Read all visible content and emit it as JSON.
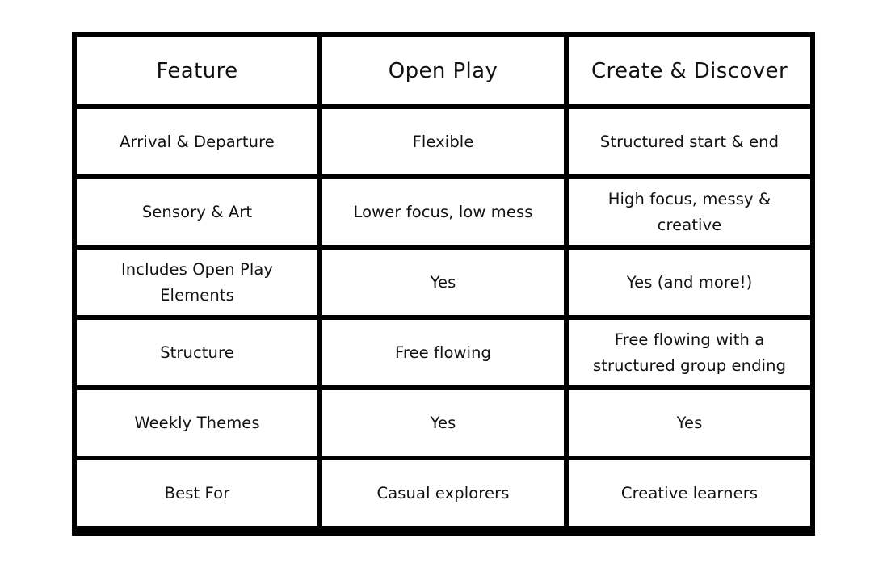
{
  "table": {
    "headers": [
      "Feature",
      "Open Play",
      "Create & Discover"
    ],
    "rows": [
      [
        "Arrival & Departure",
        "Flexible",
        "Structured start & end"
      ],
      [
        "Sensory & Art",
        "Lower focus, low mess",
        "High focus, messy & creative"
      ],
      [
        "Includes Open Play Elements",
        "Yes",
        "Yes (and more!)"
      ],
      [
        "Structure",
        "Free flowing",
        "Free flowing with a structured group ending"
      ],
      [
        "Weekly Themes",
        "Yes",
        "Yes"
      ],
      [
        "Best For",
        "Casual explorers",
        "Creative learners"
      ]
    ]
  }
}
